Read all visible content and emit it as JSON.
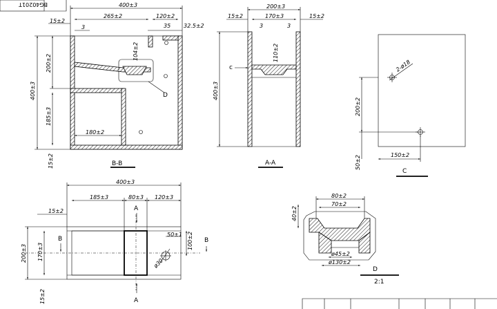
{
  "title_stamp": "BG40201T",
  "views": {
    "bb": {
      "label": "B-B",
      "dims": {
        "overall_width": "400±3",
        "inner_width": "265±2",
        "right_width": "120±2",
        "thickness_top": "15±2",
        "gap_3": "3",
        "gap_35": "35",
        "right_offset": "32.5±2",
        "shelf_height": "200±2",
        "total_height": "400±3",
        "lower_height": "185±3",
        "bottom_thick": "15±2",
        "lower_shelf_width": "180±2",
        "recess": "104±2"
      },
      "detail_marker": "D"
    },
    "aa": {
      "label": "A-A",
      "dims": {
        "width": "200±3",
        "left_wall": "15±2",
        "inner": "170±3",
        "right_wall": "15±2",
        "gap_left": "3",
        "gap_right": "3",
        "height": "400±3",
        "recess": "110±2"
      },
      "marker_c": "c"
    },
    "c": {
      "label": "C",
      "dims": {
        "hole": "2-ø18",
        "height": "200±2",
        "width": "150±2",
        "bottom": "50±2"
      }
    },
    "plan": {
      "dims": {
        "overall_width": "400±3",
        "seg_left": "185±3",
        "seg_mid": "80±3",
        "seg_right": "120±3",
        "top_wall": "15±2",
        "height": "200±3",
        "inner_height": "170±3",
        "bottom_wall": "15±2",
        "hole_offset": "50±1",
        "hole_right": "100±2",
        "hole_dia": "ø30"
      },
      "section_a_top": "A",
      "section_a_bottom": "A",
      "section_b_left": "B",
      "section_b_right": "B"
    },
    "d": {
      "label": "D",
      "scale": "2:1",
      "dims": {
        "outer_top": "80±2",
        "inner_top": "70±2",
        "depth": "40±2",
        "bore": "ø45±2",
        "outer_dia": "ø130±2"
      }
    }
  }
}
